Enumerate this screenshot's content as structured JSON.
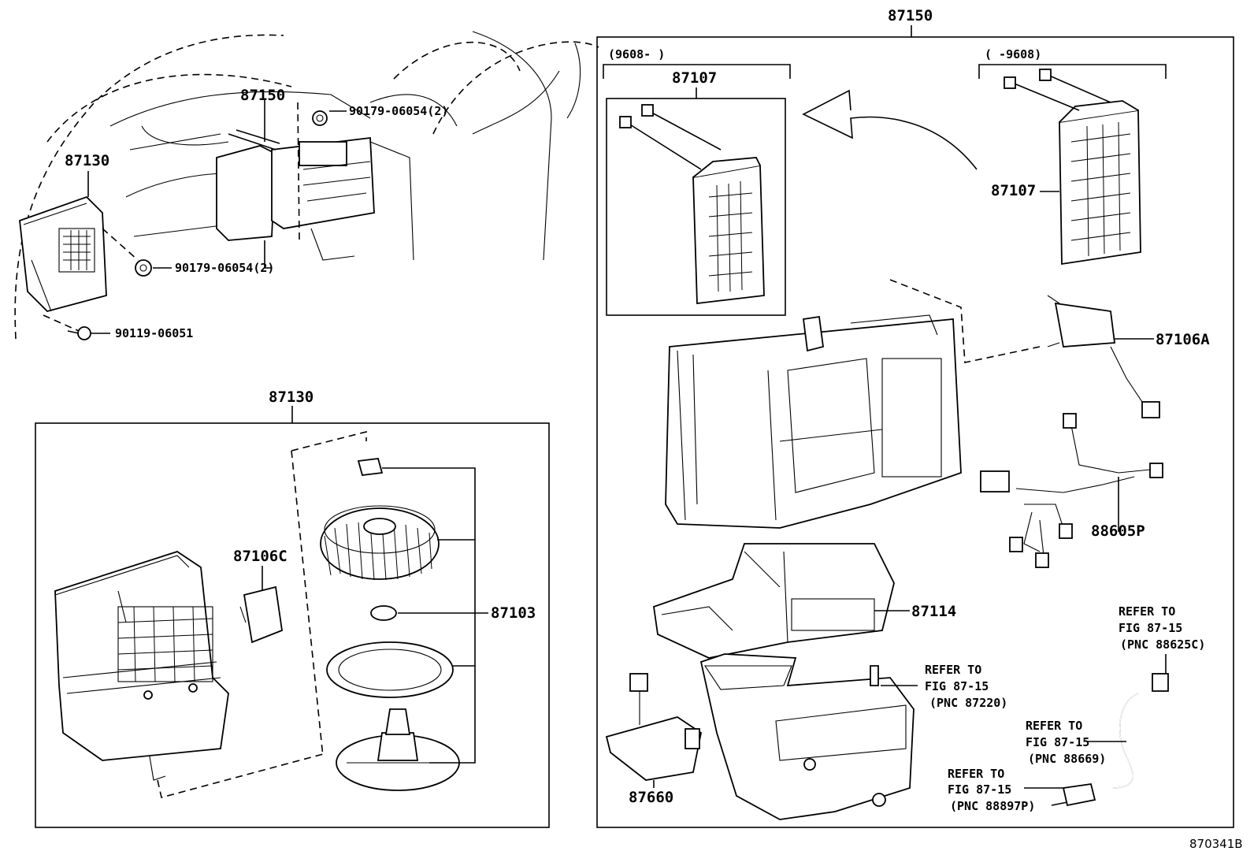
{
  "labels": {
    "assy_top": "87150",
    "assy_top_small": "87150",
    "blower_assy_small": "87130",
    "blower_assy_box": "87130",
    "nut_top": "90179-06054(2)",
    "nut_mid": "90179-06054(2)",
    "screw": "90119-06051",
    "range_new": "(9608-      )",
    "range_old": "(      -9608)",
    "core_new": "87107",
    "core_old": "87107",
    "servo_a": "87106A",
    "harness": "88605P",
    "case": "87114",
    "servo_c": "87106C",
    "blower_motor": "87103",
    "amplifier": "87660",
    "diagram_id": "870341B"
  },
  "references": [
    {
      "line1": "REFER TO",
      "line2": "FIG 87-15",
      "line3": "(PNC 87220)"
    },
    {
      "line1": "REFER TO",
      "line2": "FIG 87-15",
      "line3": "(PNC 88625C)"
    },
    {
      "line1": "REFER TO",
      "line2": "FIG 87-15",
      "line3": "(PNC 88669)"
    },
    {
      "line1": "REFER TO",
      "line2": "FIG 87-15",
      "line3": "(PNC 88897P)"
    }
  ]
}
